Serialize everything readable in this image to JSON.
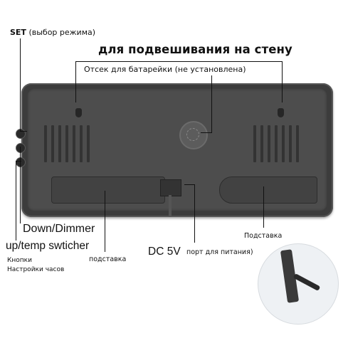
{
  "labels": {
    "set_key": "SET",
    "set_text": " (выбор режима)",
    "title": "для подвешивания на стену",
    "battery": "Отсек для батарейки (не установлена)",
    "down_dimmer": "Down/Dimmer",
    "up_temp": "up/temp swticher",
    "buttons": "Кнопки",
    "clock_settings": "Настройки часов",
    "stand_left": "подставка",
    "dc": "DC 5V",
    "power_port": "порт для питания)",
    "stand_right": "Подставка"
  }
}
